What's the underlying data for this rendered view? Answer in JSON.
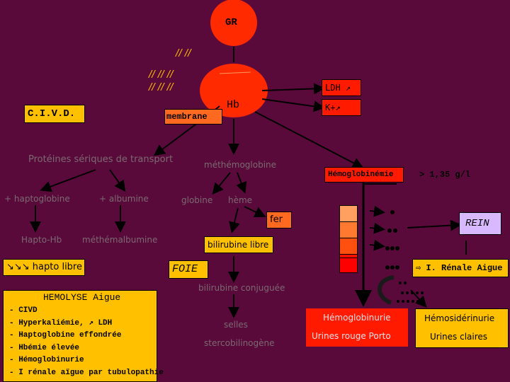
{
  "top": {
    "gr": "GR",
    "hb": "Hb"
  },
  "breaks": {
    "row1": "// //",
    "row2": "// //  //",
    "row3": "// // //"
  },
  "labels": {
    "civd": "C.I.V.D.",
    "membrane": "membrane",
    "ldh": "LDH ↗",
    "kplus": "K+↗",
    "proteines": "Protéines sériques de transport",
    "haptoglobine": "+ haptoglobine",
    "albumine": "+ albumine",
    "hapto_hb": "Hapto-Hb",
    "methemalbumine": "méthémalbumine",
    "hapto_libre": "↘↘↘ hapto libre",
    "methemoglobine": "méthémoglobine",
    "globine": "globine",
    "heme": "hème",
    "fer": "fer",
    "bilirubine_libre": "bilirubine libre",
    "foie": "FOIE",
    "bilirubine_conjuguee": "bilirubine conjuguée",
    "selles": "selles",
    "stercobilinogene": "stercobilinogène",
    "hemoglobinemie": "Hémoglobinémie",
    "seuil": "> 1,35 g/l",
    "rein": "REIN",
    "ir_aigue": "⇨ I.  Rénale Aigue",
    "hemoglobinurie": "Hémoglobinurie",
    "urines_porto": "Urines rouge Porto",
    "hemosiderinurie": "Hémosidérinurie",
    "urines_claires": "Urines claires"
  },
  "hemolyse": {
    "title": "HEMOLYSE Aigue",
    "items": [
      "- CIVD",
      "- Hyperkaliémie, ↗ LDH",
      "- Haptoglobine effondrée",
      "- Hbémie élevée",
      "- Hémoglobinurie",
      "- I rénale aïgue par tubulopathie"
    ]
  },
  "colors": {
    "background": "#5a0a3a",
    "red": "#ff1a00",
    "orange": "#ff6a20",
    "gold": "#ffc000",
    "violet": "#d8b8ff"
  }
}
